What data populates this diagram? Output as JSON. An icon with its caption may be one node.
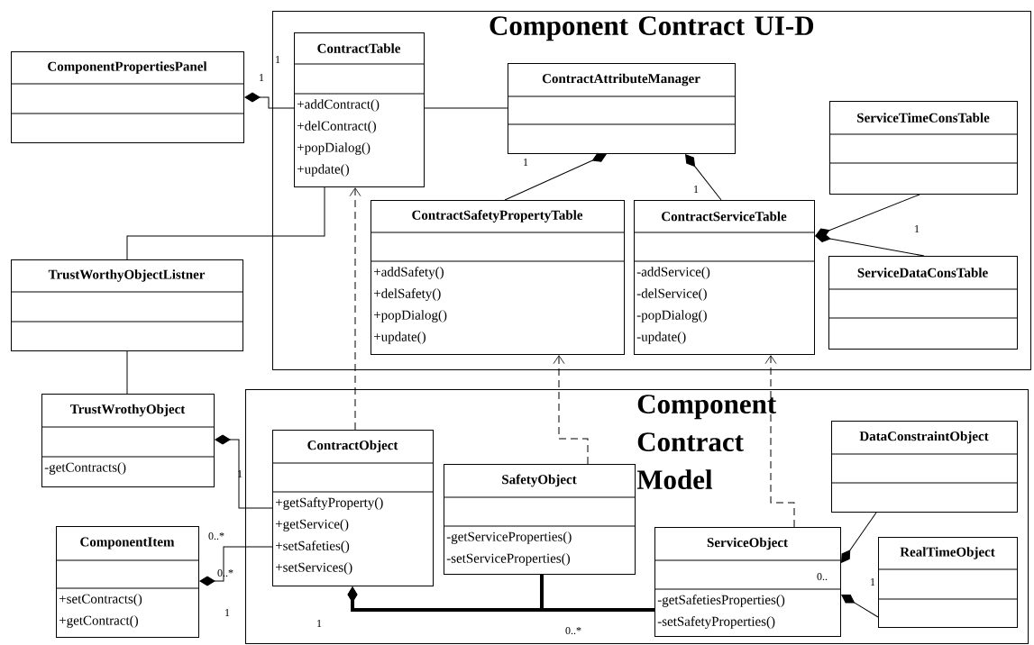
{
  "diagram": {
    "nodes": [
      {
        "text": [
          "Component Contract UI-D"
        ]
      },
      {
        "text": [
          "ContractTable",
          "+addContract()",
          "+delContract()",
          "+popDialog()",
          "+update()"
        ],
        "in": 0
      },
      {
        "text": [
          "ContractAttributeManager"
        ],
        "in": 0
      },
      {
        "text": [
          "ServiceTimeConsTable"
        ],
        "in": 0
      },
      {
        "text": [
          "ContractSafetyPropertyTable",
          "+addSafety()",
          "+delSafety()",
          "+popDialog()",
          "+update()"
        ],
        "in": 0
      },
      {
        "text": [
          "ContractServiceTable",
          "-addService()",
          "-delService()",
          "-popDialog()",
          "-update()"
        ],
        "in": 0
      },
      {
        "text": [
          "ServiceDataConsTable"
        ],
        "in": 0
      },
      {
        "text": [
          "ComponentPropertiesPanel"
        ]
      },
      {
        "text": [
          "TrustWorthyObjectListner"
        ]
      },
      {
        "text": [
          "Component Contract Model"
        ]
      },
      {
        "text": [
          "TrustWrothyObject",
          "-getContracts()"
        ]
      },
      {
        "text": [
          "ContractObject",
          "+getSaftyProperty()",
          "+getService()",
          "+setSafeties()",
          "+setServices()"
        ],
        "in": 9
      },
      {
        "text": [
          "SafetyObject",
          "-getServiceProperties()",
          "-setServiceProperties()"
        ],
        "in": 9
      },
      {
        "text": [
          "ComponentItem",
          "+setContracts()",
          "+getContract()"
        ]
      },
      {
        "text": [
          "DataConstraintObject"
        ],
        "in": 9
      },
      {
        "text": [
          "ServiceObject",
          "-getSafetiesProperties()",
          "-setSafetyProperties()"
        ],
        "in": 9
      },
      {
        "text": [
          "RealTimeObject"
        ],
        "in": 9
      }
    ],
    "edges": [
      {
        "from": 7,
        "to": 1,
        "arrow": "other"
      },
      {
        "from": 1,
        "to": 2,
        "arrow": "none"
      },
      {
        "from": 2,
        "to": 4,
        "arrow": "other"
      },
      {
        "from": 2,
        "to": 5,
        "arrow": "other"
      },
      {
        "from": 5,
        "to": 3,
        "arrow": "other"
      },
      {
        "from": 5,
        "to": 6,
        "arrow": "other"
      },
      {
        "from": 1,
        "to": 8,
        "arrow": "none"
      },
      {
        "from": 8,
        "to": 10,
        "arrow": "none"
      },
      {
        "from": 10,
        "to": 11,
        "arrow": "other"
      },
      {
        "from": 13,
        "to": 11,
        "arrow": "other"
      },
      {
        "from": 11,
        "to": 1,
        "arrow": "to",
        "style": "dashed"
      },
      {
        "from": 12,
        "to": 4,
        "arrow": "to",
        "style": "dashed"
      },
      {
        "from": 15,
        "to": 5,
        "arrow": "to",
        "style": "dashed"
      },
      {
        "from": 11,
        "to": 15,
        "arrow": "other",
        "style": "thick"
      },
      {
        "from": 11,
        "to": 12,
        "arrow": "other",
        "style": "thick"
      },
      {
        "from": 15,
        "to": 14,
        "arrow": "other"
      },
      {
        "from": 15,
        "to": 16,
        "arrow": "other"
      }
    ],
    "labels": [
      "1",
      "1",
      "1",
      "1",
      "1",
      "1",
      "0..*",
      "0..*",
      "1",
      "1",
      "0..*",
      "0..",
      "1"
    ]
  }
}
